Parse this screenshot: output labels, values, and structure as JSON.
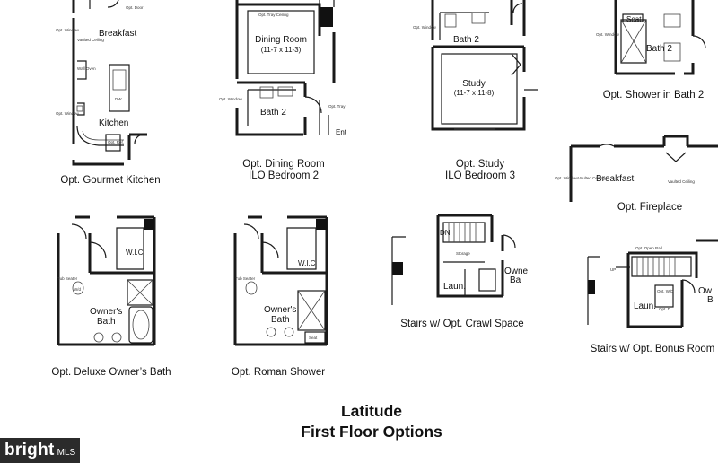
{
  "title": {
    "line1": "Latitude",
    "line2": "First Floor Options"
  },
  "options": [
    {
      "id": "gourmet-kitchen",
      "caption": "Opt. Gourmet Kitchen",
      "rooms": [
        "Breakfast",
        "Kitchen"
      ]
    },
    {
      "id": "dining-room",
      "caption_l1": "Opt. Dining Room",
      "caption_l2": "ILO Bedroom 2",
      "rooms": [
        "Dining Room",
        "(11-7 x 11-3)",
        "Bath 2"
      ]
    },
    {
      "id": "study",
      "caption_l1": "Opt. Study",
      "caption_l2": "ILO Bedroom 3",
      "rooms": [
        "Bath 2",
        "Study",
        "(11-7 x 11-8)"
      ]
    },
    {
      "id": "shower-bath2",
      "caption": "Opt. Shower in Bath 2",
      "rooms": [
        "Bath 2",
        "Seat"
      ]
    },
    {
      "id": "fireplace",
      "caption": "Opt. Fireplace",
      "rooms": [
        "Breakfast"
      ]
    },
    {
      "id": "deluxe-owners-bath",
      "caption": "Opt. Deluxe Owner’s Bath",
      "rooms": [
        "Owner's",
        "Bath",
        "W.I.C"
      ]
    },
    {
      "id": "roman-shower",
      "caption": "Opt. Roman Shower",
      "rooms": [
        "Owner's",
        "Bath",
        "W.I.C",
        "Seat"
      ]
    },
    {
      "id": "crawl-space",
      "caption": "Stairs w/ Opt. Crawl Space",
      "rooms": [
        "Laun.",
        "Owne",
        "Ba",
        "Storage",
        "DN"
      ]
    },
    {
      "id": "bonus-room",
      "caption": "Stairs w/ Opt. Bonus Room",
      "rooms": [
        "Laun.",
        "Ow",
        "B",
        "UP"
      ]
    }
  ],
  "notes": {
    "opt_window": "Opt. Window",
    "opt_door": "Opt. Door",
    "vaulted_ceiling": "Vaulted Ceiling",
    "wall_oven": "Wall Oven",
    "dw": "DW",
    "opt_ref": "Opt. Ref.",
    "opt_tray_ceiling": "Opt. Tray Ceiling",
    "opt_tray": "Opt. Tray",
    "ent": "Ent",
    "opt_open_rail": "Opt. Open Rail",
    "tub_seater": "Tub Seater",
    "wd": "W/d",
    "opt_wd": "Opt. W/D",
    "opt_d": "Opt. D"
  },
  "logo": {
    "brand": "bright",
    "suffix": "MLS"
  }
}
